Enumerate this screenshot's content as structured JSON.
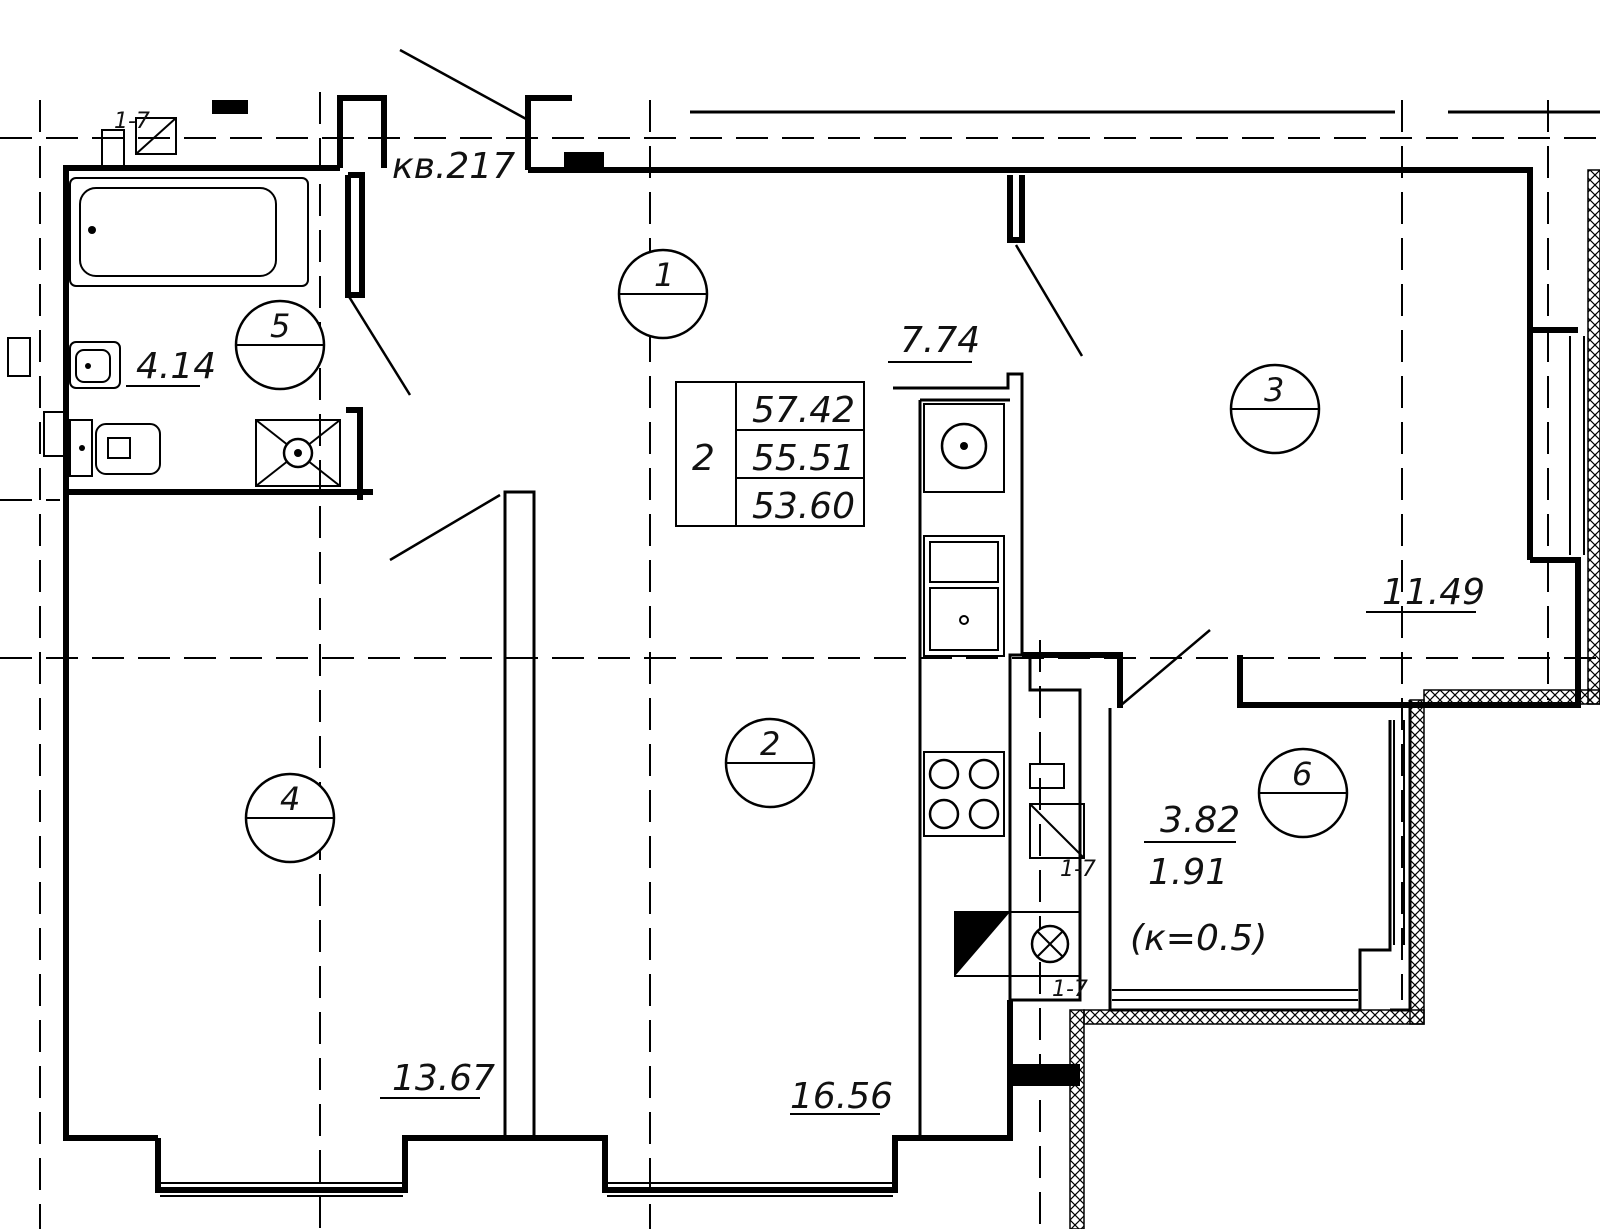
{
  "apartment": {
    "label": "кв.217",
    "rooms_count": "2",
    "area_total": "57.42",
    "area_living_with_balcony": "55.51",
    "area_living": "53.60"
  },
  "rooms": [
    {
      "marker": "1",
      "area": "7.74"
    },
    {
      "marker": "2",
      "area": "16.56"
    },
    {
      "marker": "3",
      "area": "11.49"
    },
    {
      "marker": "4",
      "area": "13.67"
    },
    {
      "marker": "5",
      "area": "4.14"
    },
    {
      "marker": "6",
      "area": "3.82",
      "area_reduced": "1.91",
      "coefficient": "(к=0.5)"
    }
  ],
  "riser_labels": [
    "1-7",
    "1-7",
    "1-7"
  ]
}
